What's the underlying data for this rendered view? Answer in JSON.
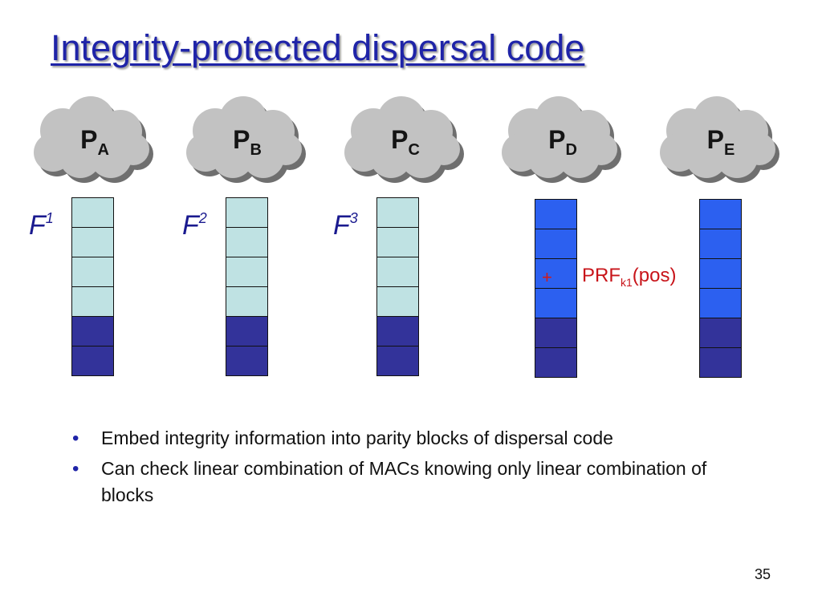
{
  "title": "Integrity-protected dispersal code",
  "servers": [
    {
      "letter": "P",
      "sub": "A"
    },
    {
      "letter": "P",
      "sub": "B"
    },
    {
      "letter": "P",
      "sub": "C"
    },
    {
      "letter": "P",
      "sub": "D"
    },
    {
      "letter": "P",
      "sub": "E"
    }
  ],
  "file_labels": [
    {
      "base": "F",
      "sup": "1"
    },
    {
      "base": "F",
      "sup": "2"
    },
    {
      "base": "F",
      "sup": "3"
    }
  ],
  "annotation": {
    "plus": "+",
    "prf_main": "PRF",
    "prf_sub": "k1",
    "prf_tail": "(pos)"
  },
  "bullets": [
    "Embed integrity information into parity blocks of dispersal code",
    "Can check linear combination of MACs knowing only linear combination of blocks"
  ],
  "page_number": "35",
  "colors": {
    "title": "#1f24a8",
    "data_block": "#bfe2e3",
    "parity_block": "#2c60f0",
    "mac_block": "#33339a",
    "annotation": "#c8141a"
  }
}
